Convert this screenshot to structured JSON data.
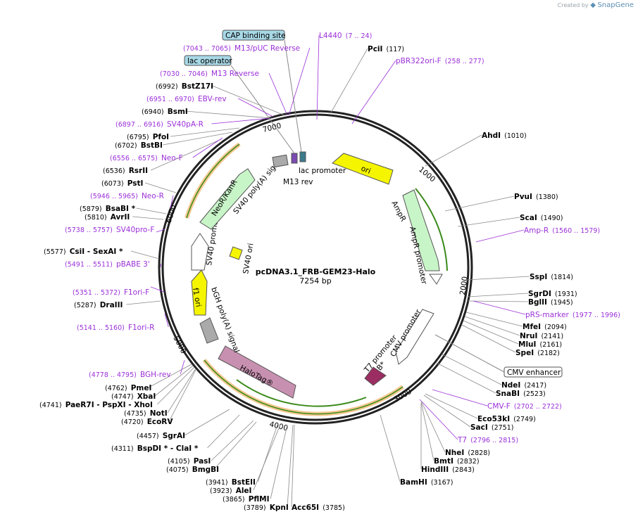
{
  "header": {
    "created_by": "Created by",
    "brand": "SnapGene"
  },
  "plasmid": {
    "name": "pcDNA3.1_FRB-GEM23-Halo",
    "length": "7254 bp"
  },
  "ticks": [
    "1000",
    "2000",
    "3000",
    "4000",
    "5000",
    "6000",
    "7000"
  ],
  "colors": {
    "purple_label": "#9b30d9",
    "ori": "#f5f500",
    "ampr": "#c8f5c8",
    "halotag": "#c890b0",
    "frb": "#9b2d63",
    "gray": "#999999",
    "orange_band": "#f5c890"
  },
  "features": {
    "ori": "ori",
    "ampr": "AmpR",
    "ampr_promoter": "AmpR promoter",
    "cmv_promoter": "CMV promoter",
    "t7_promoter": "T7 promoter",
    "frb": "FRB*",
    "halotag": "HaloTag®",
    "bgh": "bGH poly(A) signal",
    "f1ori": "f1 ori",
    "sv40_promoter": "SV40 promoter",
    "sv40_ori": "SV40 ori",
    "neokan": "NeoR/KanR",
    "sv40pa": "SV40 poly(A) signal",
    "m13rev": "M13 rev",
    "lac_promoter": "lac promoter"
  },
  "boxed_labels": {
    "cap": "CAP binding site",
    "lac_operator": "lac operator",
    "cmv_enhancer": "CMV enhancer"
  },
  "sites": [
    {
      "name": "L4440",
      "pos": "(7 .. 24)",
      "type": "primer"
    },
    {
      "name": "PciI",
      "pos": "(117)",
      "type": "enzyme"
    },
    {
      "name": "pBR322ori-F",
      "pos": "(258 .. 277)",
      "type": "primer"
    },
    {
      "name": "AhdI",
      "pos": "(1010)",
      "type": "enzyme"
    },
    {
      "name": "PvuI",
      "pos": "(1380)",
      "type": "enzyme"
    },
    {
      "name": "ScaI",
      "pos": "(1490)",
      "type": "enzyme"
    },
    {
      "name": "Amp-R",
      "pos": "(1560 .. 1579)",
      "type": "primer"
    },
    {
      "name": "SspI",
      "pos": "(1814)",
      "type": "enzyme"
    },
    {
      "name": "SgrDI",
      "pos": "(1931)",
      "type": "enzyme"
    },
    {
      "name": "BglII",
      "pos": "(1945)",
      "type": "enzyme"
    },
    {
      "name": "pRS-marker",
      "pos": "(1977 .. 1996)",
      "type": "primer"
    },
    {
      "name": "MfeI",
      "pos": "(2094)",
      "type": "enzyme"
    },
    {
      "name": "NruI",
      "pos": "(2141)",
      "type": "enzyme"
    },
    {
      "name": "MluI",
      "pos": "(2161)",
      "type": "enzyme"
    },
    {
      "name": "SpeI",
      "pos": "(2182)",
      "type": "enzyme"
    },
    {
      "name": "NdeI",
      "pos": "(2417)",
      "type": "enzyme"
    },
    {
      "name": "SnaBI",
      "pos": "(2523)",
      "type": "enzyme"
    },
    {
      "name": "CMV-F",
      "pos": "(2702 .. 2722)",
      "type": "primer"
    },
    {
      "name": "Eco53kI",
      "pos": "(2749)",
      "type": "enzyme"
    },
    {
      "name": "SacI",
      "pos": "(2751)",
      "type": "enzyme"
    },
    {
      "name": "T7",
      "pos": "(2796 .. 2815)",
      "type": "primer"
    },
    {
      "name": "NheI",
      "pos": "(2828)",
      "type": "enzyme"
    },
    {
      "name": "BmtI",
      "pos": "(2832)",
      "type": "enzyme"
    },
    {
      "name": "HindIII",
      "pos": "(2843)",
      "type": "enzyme"
    },
    {
      "name": "BamHI",
      "pos": "(3167)",
      "type": "enzyme"
    },
    {
      "name": "Acc65I",
      "pos": "(3785)",
      "type": "enzyme"
    },
    {
      "name": "KpnI",
      "pos": "(3789)",
      "type": "enzyme"
    },
    {
      "name": "PflMI",
      "pos": "(3865)",
      "type": "enzyme"
    },
    {
      "name": "AleI",
      "pos": "(3923)",
      "type": "enzyme"
    },
    {
      "name": "BstEII",
      "pos": "(3941)",
      "type": "enzyme"
    },
    {
      "name": "BmgBI",
      "pos": "(4075)",
      "type": "enzyme"
    },
    {
      "name": "PasI",
      "pos": "(4105)",
      "type": "enzyme"
    },
    {
      "name": "BspDI * - ClaI *",
      "pos": "(4311)",
      "type": "enzyme"
    },
    {
      "name": "SgrAI",
      "pos": "(4457)",
      "type": "enzyme"
    },
    {
      "name": "EcoRV",
      "pos": "(4720)",
      "type": "enzyme"
    },
    {
      "name": "NotI",
      "pos": "(4735)",
      "type": "enzyme"
    },
    {
      "name": "PaeR7I - PspXI - XhoI",
      "pos": "(4741)",
      "type": "enzyme"
    },
    {
      "name": "XbaI",
      "pos": "(4747)",
      "type": "enzyme"
    },
    {
      "name": "PmeI",
      "pos": "(4762)",
      "type": "enzyme"
    },
    {
      "name": "BGH-rev",
      "pos": "(4778 .. 4795)",
      "type": "primer"
    },
    {
      "name": "F1ori-R",
      "pos": "(5141 .. 5160)",
      "type": "primer"
    },
    {
      "name": "DraIII",
      "pos": "(5287)",
      "type": "enzyme"
    },
    {
      "name": "F1ori-F",
      "pos": "(5351 .. 5372)",
      "type": "primer"
    },
    {
      "name": "pBABE 3'",
      "pos": "(5491 .. 5511)",
      "type": "primer"
    },
    {
      "name": "CsiI - SexAI *",
      "pos": "(5577)",
      "type": "enzyme"
    },
    {
      "name": "SV40pro-F",
      "pos": "(5738 .. 5757)",
      "type": "primer"
    },
    {
      "name": "AvrII",
      "pos": "(5810)",
      "type": "enzyme"
    },
    {
      "name": "BsaBI *",
      "pos": "(5879)",
      "type": "enzyme"
    },
    {
      "name": "Neo-R",
      "pos": "(5946 .. 5965)",
      "type": "primer"
    },
    {
      "name": "PstI",
      "pos": "(6073)",
      "type": "enzyme"
    },
    {
      "name": "RsrII",
      "pos": "(6536)",
      "type": "enzyme"
    },
    {
      "name": "Neo-F",
      "pos": "(6556 .. 6575)",
      "type": "primer"
    },
    {
      "name": "BstBI",
      "pos": "(6702)",
      "type": "enzyme"
    },
    {
      "name": "PfoI",
      "pos": "(6795)",
      "type": "enzyme"
    },
    {
      "name": "SV40pA-R",
      "pos": "(6897 .. 6916)",
      "type": "primer"
    },
    {
      "name": "BsmI",
      "pos": "(6940)",
      "type": "enzyme"
    },
    {
      "name": "EBV-rev",
      "pos": "(6951 .. 6970)",
      "type": "primer"
    },
    {
      "name": "BstZ17I",
      "pos": "(6992)",
      "type": "enzyme"
    },
    {
      "name": "M13 Reverse",
      "pos": "(7030 .. 7046)",
      "type": "primer"
    },
    {
      "name": "M13/pUC Reverse",
      "pos": "(7043 .. 7065)",
      "type": "primer"
    }
  ]
}
